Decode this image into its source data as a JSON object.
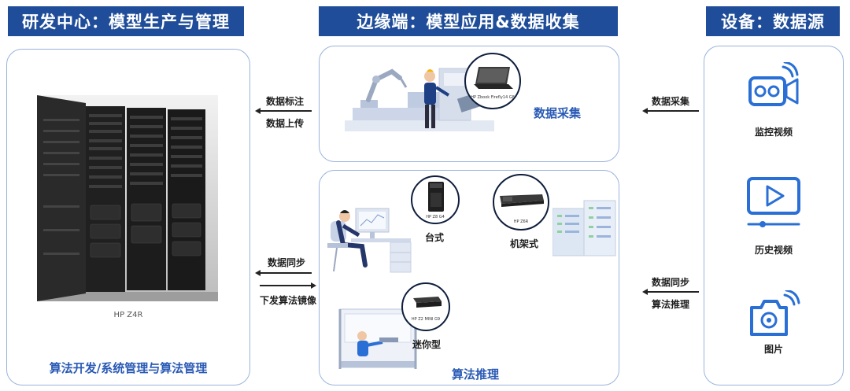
{
  "headers": {
    "left": "研发中心：模型生产与管理",
    "middle": "边缘端：模型应用&数据收集",
    "right": "设备：数据源"
  },
  "left_panel": {
    "device_model": "HP Z4R",
    "caption": "算法开发/系统管理与算法管理"
  },
  "middle_top": {
    "laptop_model": "HP Zbook Firefly14 G8",
    "title": "数据采集"
  },
  "middle_bottom": {
    "tower_model": "HP Z8 G4",
    "tower_label": "台式",
    "rack_model": "HP Z6R",
    "rack_label": "机架式",
    "mini_model": "HP Z2 MINI G9",
    "mini_label": "迷你型",
    "title": "算法推理"
  },
  "arrows_left_top": {
    "line1": "数据标注",
    "line2": "数据上传"
  },
  "arrows_left_bottom": {
    "line1": "数据同步",
    "line2": "下发算法镜像"
  },
  "arrows_right_top": {
    "label": "数据采集"
  },
  "arrows_right_bottom": {
    "line1": "数据同步",
    "line2": "算法推理"
  },
  "sources": [
    {
      "label": "监控视频",
      "icon": "video-camera-icon"
    },
    {
      "label": "历史视频",
      "icon": "video-play-icon"
    },
    {
      "label": "图片",
      "icon": "photo-camera-icon"
    }
  ],
  "colors": {
    "header_bg": "#1f4d99",
    "accent": "#2a5ab5",
    "icon_blue": "#2a6fd6",
    "panel_border": "#9ab4dc"
  }
}
